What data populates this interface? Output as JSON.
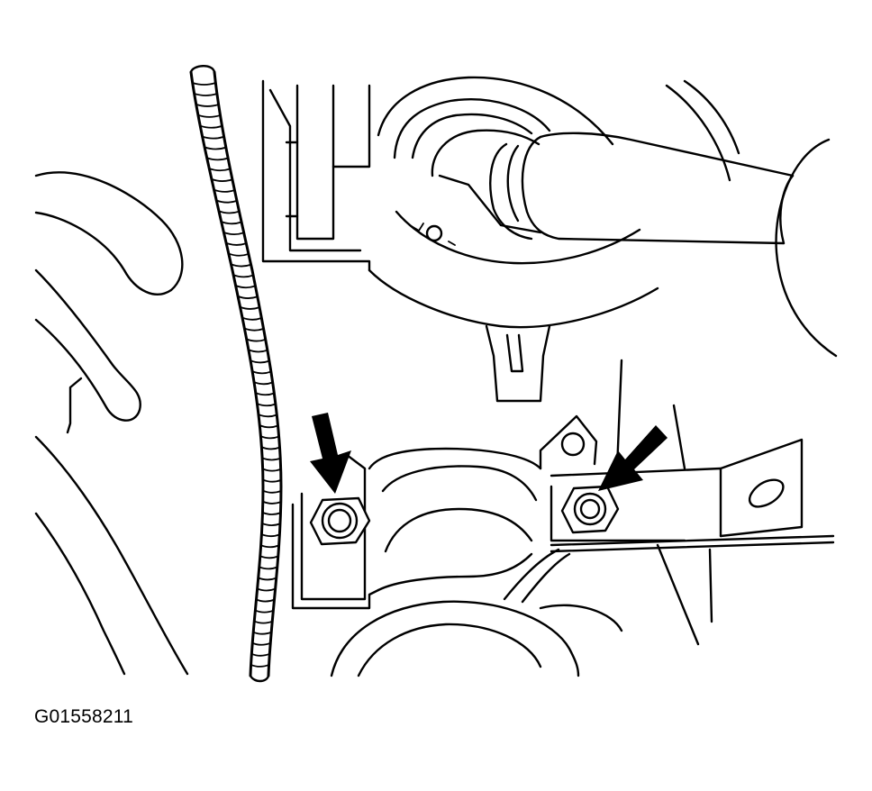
{
  "figure": {
    "id_label": "G01558211"
  },
  "callouts": [
    {
      "name": "left-bolt",
      "icon": "arrow-down-pointer"
    },
    {
      "name": "right-bolt",
      "icon": "arrow-down-left-pointer"
    }
  ]
}
